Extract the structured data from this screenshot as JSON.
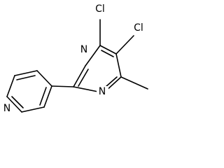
{
  "molecule": {
    "atoms": {
      "cl1": "Cl",
      "cl2": "Cl",
      "n_pyrimidine_top": "N",
      "n_pyrimidine_bottom": "N",
      "n_pyridine": "N"
    }
  }
}
